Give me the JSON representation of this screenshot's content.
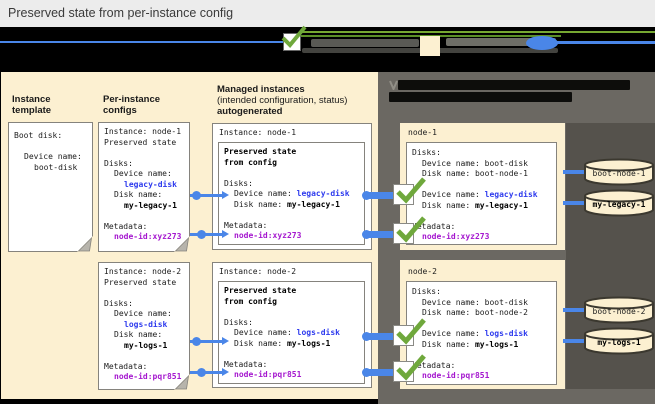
{
  "header": {
    "title": "Preserved state from per-instance config"
  },
  "legend": {
    "icons": [
      "green-check",
      "beige-template-square",
      "blue-disk-ellipse"
    ],
    "labels_illegible": true
  },
  "vm_panel": {
    "heading_illegible": true
  },
  "column_headers": {
    "instance_template": [
      "Instance",
      "template"
    ],
    "per_instance_configs": [
      "Per-instance",
      "configs"
    ],
    "managed_instances": [
      "Managed instances",
      "(intended configuration, status)",
      "autogenerated"
    ]
  },
  "instance_template_card": {
    "boot_disk": "Boot disk:",
    "device_label": "Device name:",
    "device_value": "boot-disk"
  },
  "per_instance_configs": [
    {
      "instance": "Instance: node-1",
      "preserved_state": "Preserved state",
      "disks_label": "Disks:",
      "device_label": "Device name:",
      "device_value": "legacy-disk",
      "disk_label": "Disk name:",
      "disk_value": "my-legacy-1",
      "metadata_label": "Metadata:",
      "metadata_value": "node-id:xyz273"
    },
    {
      "instance": "Instance: node-2",
      "preserved_state": "Preserved state",
      "disks_label": "Disks:",
      "device_label": "Device name:",
      "device_value": "logs-disk",
      "disk_label": "Disk name:",
      "disk_value": "my-logs-1",
      "metadata_label": "Metadata:",
      "metadata_value": "node-id:pqr851"
    }
  ],
  "managed_instances": [
    {
      "instance": "Instance: node-1",
      "preserved_1": "Preserved state",
      "preserved_2": "from config",
      "disks_label": "Disks:",
      "device_label": "Device name: ",
      "device_value": "legacy-disk",
      "disk_label": "Disk name: ",
      "disk_value": "my-legacy-1",
      "metadata_label": "Metadata:",
      "metadata_value": "node-id:xyz273"
    },
    {
      "instance": "Instance: node-2",
      "preserved_1": "Preserved state",
      "preserved_2": "from config",
      "disks_label": "Disks:",
      "device_label": "Device name: ",
      "device_value": "logs-disk",
      "disk_label": "Disk name: ",
      "disk_value": "my-logs-1",
      "metadata_label": "Metadata:",
      "metadata_value": "node-id:pqr851"
    }
  ],
  "vm_instances": [
    {
      "name": "node-1",
      "disks_label": "Disks:",
      "boot_device_label": "Device name: ",
      "boot_device_value": "boot-disk",
      "boot_disk_label": "Disk name: ",
      "boot_disk_value": "boot-node-1",
      "stateful_device_label": "Device name: ",
      "stateful_device_value": "legacy-disk",
      "stateful_disk_label": "Disk name: ",
      "stateful_disk_value": "my-legacy-1",
      "metadata_label": "Metadata:",
      "metadata_value": "node-id:xyz273",
      "disks": [
        {
          "label": "boot-node-1"
        },
        {
          "label": "my-legacy-1"
        }
      ]
    },
    {
      "name": "node-2",
      "disks_label": "Disks:",
      "boot_device_label": "Device name: ",
      "boot_device_value": "boot-disk",
      "boot_disk_label": "Disk name: ",
      "boot_disk_value": "boot-node-2",
      "stateful_device_label": "Device name: ",
      "stateful_device_value": "logs-disk",
      "stateful_disk_label": "Disk name: ",
      "stateful_disk_value": "my-logs-1",
      "metadata_label": "Metadata:",
      "metadata_value": "node-id:pqr851",
      "disks": [
        {
          "label": "boot-node-2"
        },
        {
          "label": "my-logs-1"
        }
      ]
    }
  ],
  "colors": {
    "beige": "#fcf0d1",
    "dark_panel": "#6b6862",
    "dark_panel_inner": "#55524c",
    "connector_blue": "#4a86e8",
    "value_blue": "#2e3bee",
    "value_magenta": "#a517cf",
    "check_green": "#6fa83c"
  }
}
